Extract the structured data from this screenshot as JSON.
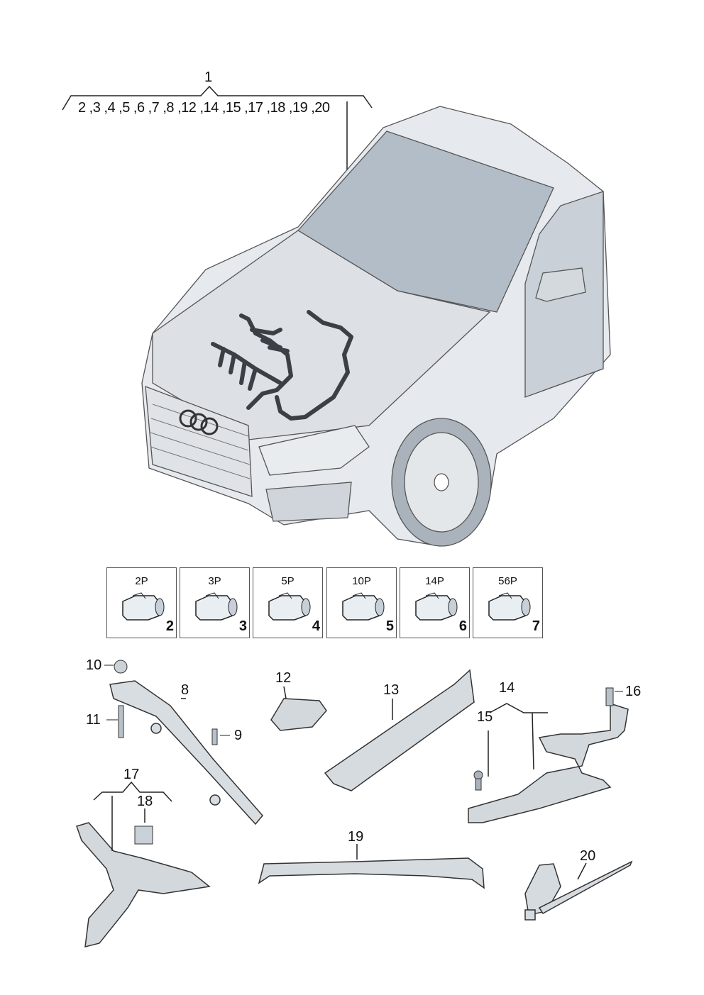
{
  "main_callout": {
    "number": "1",
    "sub_list": "2 ,3 ,4 ,5 ,6 ,7 ,8 ,12 ,14 ,15 ,17 ,18 ,19 ,20"
  },
  "connectors": [
    {
      "pins": "2P",
      "number": "2"
    },
    {
      "pins": "3P",
      "number": "3"
    },
    {
      "pins": "5P",
      "number": "4"
    },
    {
      "pins": "10P",
      "number": "5"
    },
    {
      "pins": "14P",
      "number": "6"
    },
    {
      "pins": "56P",
      "number": "7"
    }
  ],
  "callouts": {
    "c8": "8",
    "c9": "9",
    "c10": "10",
    "c11": "11",
    "c12": "12",
    "c13": "13",
    "c14": "14",
    "c15": "15",
    "c16": "16",
    "c17": "17",
    "c18": "18",
    "c19": "19",
    "c20": "20"
  },
  "colors": {
    "body": "#e3e6ea",
    "glass": "#b7c0c9",
    "harness": "#3c4046",
    "line": "#222"
  }
}
